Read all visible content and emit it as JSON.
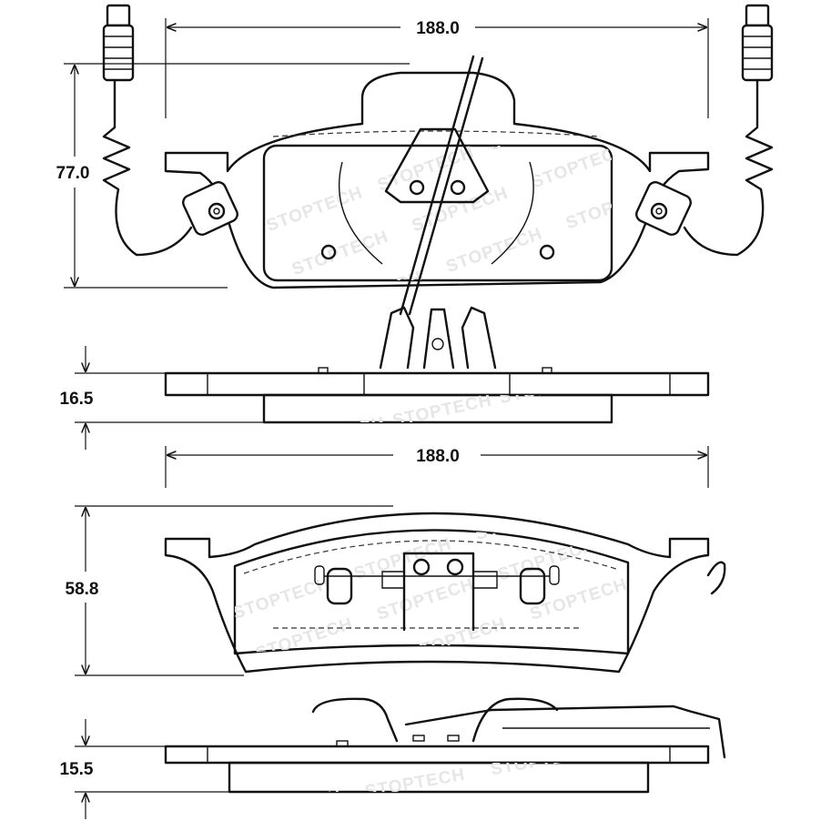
{
  "dimensions": {
    "top_view_width": "188.0",
    "top_view_height": "77.0",
    "top_edge_thickness": "16.5",
    "bottom_view_width": "188.0",
    "bottom_view_height": "58.8",
    "bottom_edge_thickness": "15.5"
  },
  "watermark": {
    "brand_text": "STOPTECH"
  },
  "colors": {
    "line": "#111111",
    "watermark": "#e6e6e6",
    "background": "#ffffff"
  }
}
